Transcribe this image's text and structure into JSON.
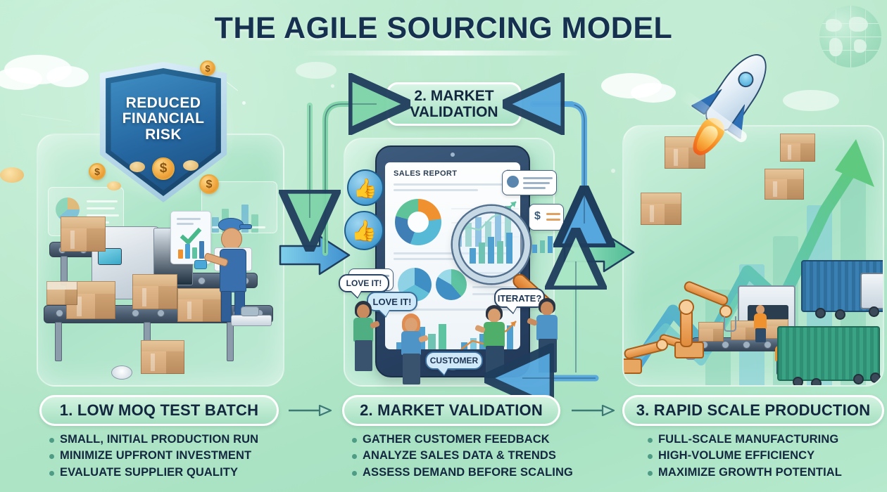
{
  "title": "THE AGILE SOURCING MODEL",
  "badges": {
    "shield": {
      "line1": "REDUCED",
      "line2": "FINANCIAL",
      "line3": "RISK"
    },
    "market_validation_top": {
      "line1": "2. MARKET",
      "line2": "VALIDATION"
    }
  },
  "tablet": {
    "report_title": "SALES REPORT"
  },
  "speech_bubbles": [
    {
      "id": "love-it-1",
      "text": "LOVE IT!"
    },
    {
      "id": "love-it-2",
      "text": "LOVE IT!"
    },
    {
      "id": "iterate",
      "text": "ITERATE?"
    },
    {
      "id": "customer",
      "text": "CUSTOMER"
    }
  ],
  "steps": [
    {
      "label": "1. LOW MOQ TEST BATCH",
      "bullets": [
        "SMALL, INITIAL PRODUCTION RUN",
        "MINIMIZE UPFRONT INVESTMENT",
        "EVALUATE SUPPLIER QUALITY"
      ]
    },
    {
      "label": "2. MARKET VALIDATION",
      "bullets": [
        "GATHER CUSTOMER FEEDBACK",
        "ANALYZE SALES DATA & TRENDS",
        "ASSESS DEMAND BEFORE SCALING"
      ]
    },
    {
      "label": "3. RAPID SCALE PRODUCTION",
      "bullets": [
        "FULL-SCALE MANUFACTURING",
        "HIGH-VOLUME EFFICIENCY",
        "MAXIMIZE GROWTH POTENTIAL"
      ]
    }
  ],
  "icons": {
    "globe": "globe-icon",
    "shield": "shield-icon",
    "coin": "coin-icon",
    "rocket": "rocket-icon",
    "magnifier": "magnifier-icon",
    "thumbs_up": "thumbs-up-icon",
    "checkmark": "check-icon",
    "gear": "gear-icon",
    "arrow_right": "arrow-right-icon",
    "loop_arrow": "loop-arrow-icon"
  },
  "colors": {
    "background": "#b4e7c9",
    "title": "#15314f",
    "panel": "#bfead5",
    "shield_blue": "#1d4e78",
    "accent_orange": "#f0912f",
    "accent_teal": "#4f9c86",
    "arrow_blue": "#3f8fc4",
    "arrow_green": "#5ec3a0"
  }
}
